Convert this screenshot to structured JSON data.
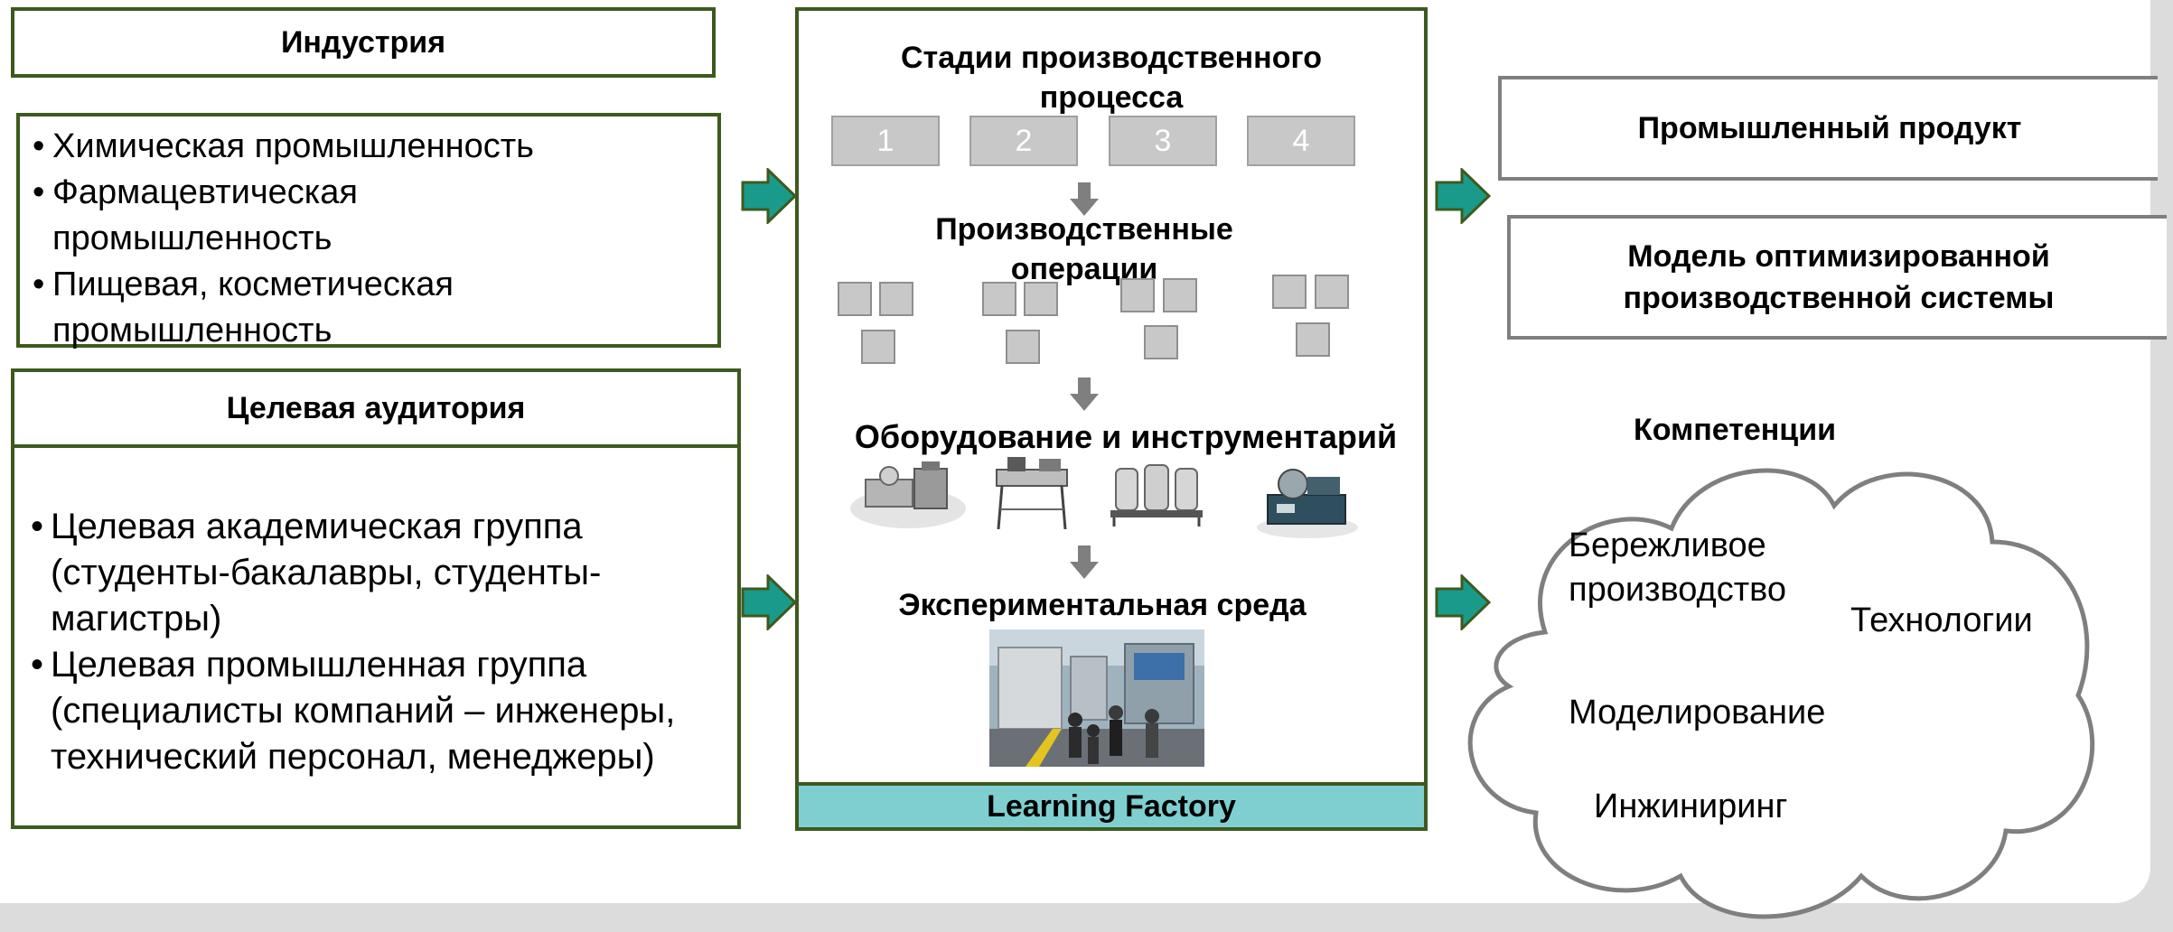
{
  "industry": {
    "title": "Индустрия",
    "items": [
      "Химическая промышленность",
      "Фармацевтическая промышленность",
      "Пищевая, косметическая промышленность"
    ]
  },
  "audience": {
    "title": "Целевая аудитория",
    "items": [
      "Целевая академическая группа (студенты-бакалавры, студенты-магистры)",
      "Целевая промышленная группа (специалисты компаний – инженеры, технический персонал, менеджеры)"
    ]
  },
  "factory": {
    "stages_title": "Стадии производственного процесса",
    "stages": [
      "1",
      "2",
      "3",
      "4"
    ],
    "operations_title": "Производственные операции",
    "equipment_title": "Оборудование и инструментарий",
    "environment_title": "Экспериментальная среда",
    "footer": "Learning Factory"
  },
  "outputs": {
    "product": "Промышленный продукт",
    "model": "Модель оптимизированной производственной системы"
  },
  "competencies": {
    "title": "Компетенции",
    "items": [
      "Бережливое производство",
      "Технологии",
      "Моделирование",
      "Инжиниринг"
    ]
  },
  "colors": {
    "green_border": "#3d5a1e",
    "teal_arrow": "#1a9a8a",
    "footer_bg": "#7fcfd0",
    "gray_border": "#7f7f7f"
  }
}
